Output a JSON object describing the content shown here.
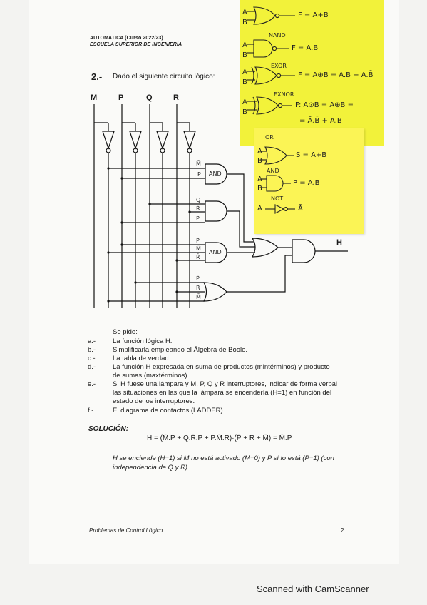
{
  "header": {
    "line1": "AUTOMATICA (Curso 2022/23)",
    "line2": "ESCUELA SUPERIOR DE INGENIERÍA"
  },
  "question": {
    "number": "2.-",
    "text": "Dado el siguiente circuito lógico:"
  },
  "circuit": {
    "inputs": [
      "M",
      "P",
      "Q",
      "R"
    ],
    "output": "H",
    "gate_labels": [
      "AND",
      "AND"
    ],
    "wire_labels": [
      "M̄",
      "P",
      "Q",
      "R̄",
      "P",
      "P",
      "M̄",
      "R̄",
      "P̄",
      "R",
      "M̄"
    ]
  },
  "requests": {
    "intro": "Se pide:",
    "items": [
      {
        "key": "a.-",
        "text": "La función lógica H."
      },
      {
        "key": "b.-",
        "text": "Simplificarla empleando el Álgebra de Boole."
      },
      {
        "key": "c.-",
        "text": "La tabla de verdad."
      },
      {
        "key": "d.-",
        "text": "La función H expresada en suma de productos (mintérminos) y producto",
        "text2": "de sumas (maxtérminos)."
      },
      {
        "key": "e.-",
        "text": "Si H fuese una lámpara y M, P, Q y R interruptores, indicar de forma verbal",
        "text2": "las situaciones en las que la lámpara se encendería (H=1) en función del",
        "text3": "estado de los interruptores."
      },
      {
        "key": "f.-",
        "text": "El diagrama de contactos (LADDER)."
      }
    ]
  },
  "solution": {
    "label": "SOLUCIÓN:",
    "formula": "H = (M̄.P + Q.R̄.P + P.M̄.R)·(P̄ + R + M̄) = M̄.P",
    "conclusion_line1": "H se enciende (H=1) si M no está activado (M=0) y P sí lo está (P=1) (con",
    "conclusion_line2": "independencia de Q y R)"
  },
  "footer": {
    "left": "Problemas de Control Lógico.",
    "page": "2"
  },
  "notes_yellow": {
    "nor_formula": "F = A+B",
    "nand_label": "NAND",
    "nand_formula": "F = A.B",
    "xor_label": "EXOR",
    "xor_formula": "F = A⊕B = Ā.B + A.B̄",
    "xnor_label": "EXNOR",
    "xnor_formula": "F: A⊙B = A⊕B =",
    "xnor_formula2": "= Ā.B̄ + A.B",
    "inputs_a": "A",
    "inputs_b": "B"
  },
  "notes_yellow2": {
    "or_label": "OR",
    "or_formula": "S = A+B",
    "and_label": "AND",
    "and_formula": "P = A.B",
    "not_label": "NOT",
    "not_formula": "Ā"
  },
  "scanner": "Scanned with CamScanner"
}
